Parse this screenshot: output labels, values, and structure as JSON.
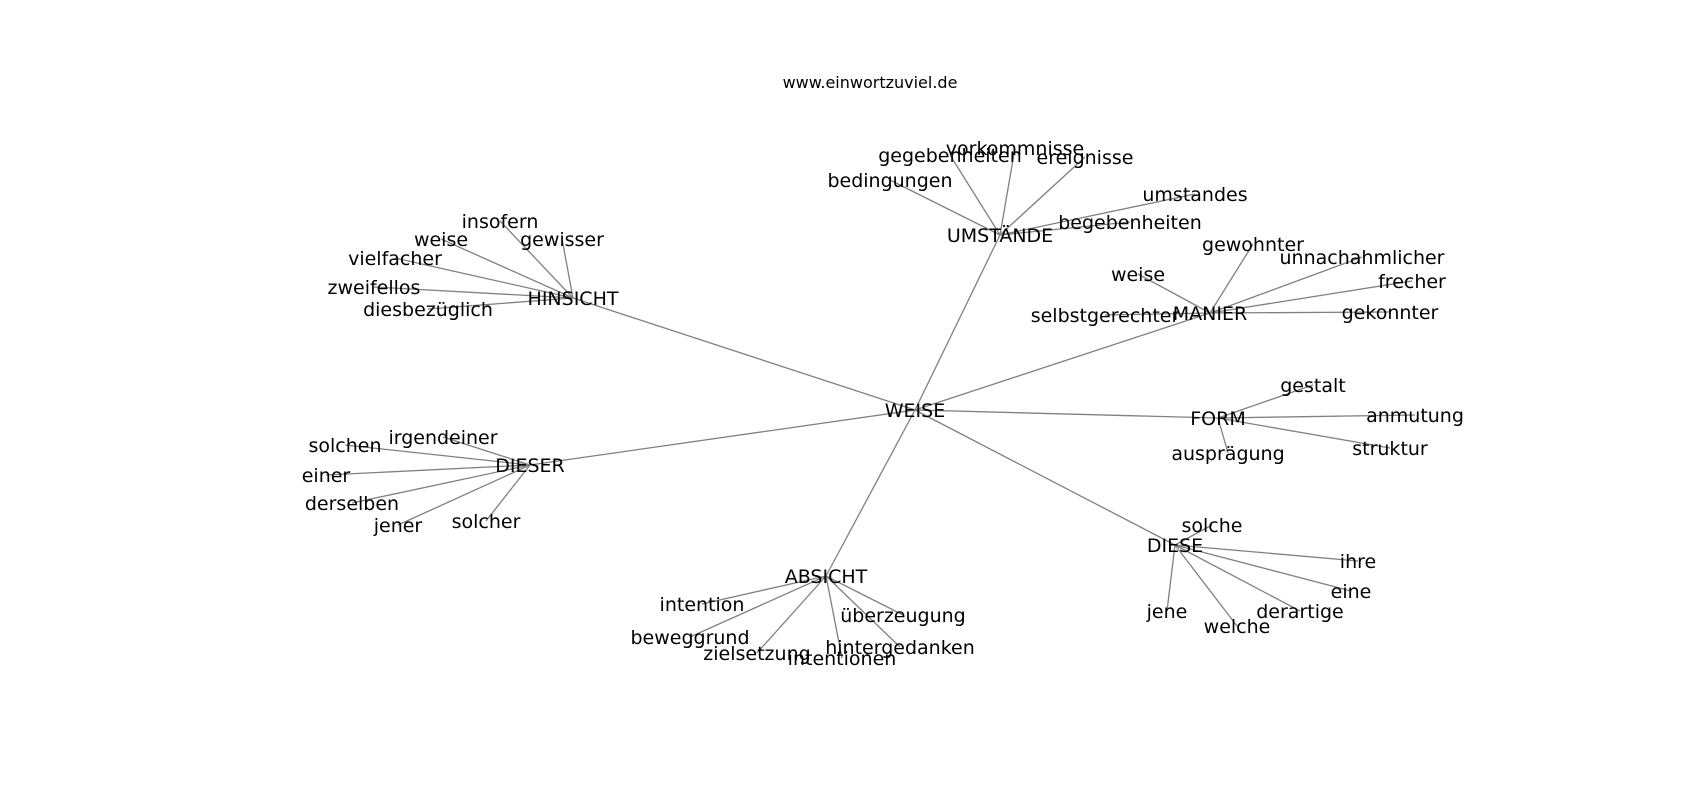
{
  "source": "www.einwortzuviel.de",
  "colors": {
    "edge": "#808080",
    "text": "#000000",
    "background": "#ffffff"
  },
  "center": "WEISE",
  "clusters": [
    {
      "hub": "UMSTÄNDE",
      "words": [
        "gegebenheiten",
        "vorkommnisse",
        "ereignisse",
        "bedingungen",
        "umstandes",
        "begebenheiten"
      ]
    },
    {
      "hub": "HINSICHT",
      "words": [
        "insofern",
        "weise",
        "gewisser",
        "vielfacher",
        "zweifellos",
        "diesbezüglich"
      ]
    },
    {
      "hub": "MANIER",
      "words": [
        "gewohnter",
        "unnachahmlicher",
        "weise",
        "frecher",
        "selbstgerechter",
        "gekonnter"
      ]
    },
    {
      "hub": "FORM",
      "words": [
        "gestalt",
        "anmutung",
        "ausprägung",
        "struktur"
      ]
    },
    {
      "hub": "DIESER",
      "words": [
        "irgendeiner",
        "solchen",
        "einer",
        "derselben",
        "jener",
        "solcher"
      ]
    },
    {
      "hub": "DIESE",
      "words": [
        "solche",
        "ihre",
        "eine",
        "jene",
        "welche",
        "derartige"
      ]
    },
    {
      "hub": "ABSICHT",
      "words": [
        "intention",
        "überzeugung",
        "beweggrund",
        "zielsetzung",
        "hintergedanken",
        "intentionen"
      ]
    }
  ]
}
